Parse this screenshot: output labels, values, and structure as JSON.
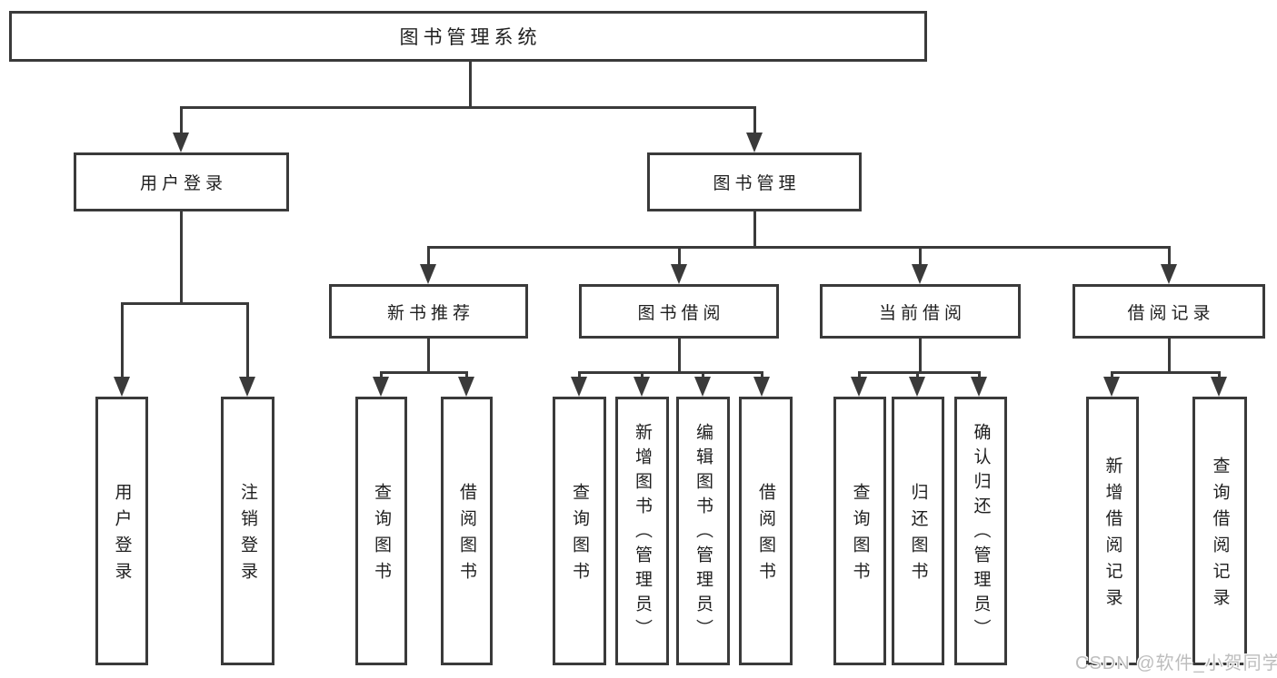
{
  "colors": {
    "line": "#3a3a3a",
    "text": "#1f1f1f",
    "watermark": "#bdbdbd"
  },
  "watermark": {
    "text": "CSDN @软件_小贺同学"
  },
  "tree": {
    "root": {
      "label": "图书管理系统"
    },
    "branches": [
      {
        "label": "用户登录",
        "children": [
          {
            "label": "用户登录"
          },
          {
            "label": "注销登录"
          }
        ]
      },
      {
        "label": "图书管理",
        "children": [
          {
            "label": "新书推荐",
            "children": [
              {
                "label": "查询图书"
              },
              {
                "label": "借阅图书"
              }
            ]
          },
          {
            "label": "图书借阅",
            "children": [
              {
                "label": "查询图书"
              },
              {
                "label": "新增图书（管理员）"
              },
              {
                "label": "编辑图书（管理员）"
              },
              {
                "label": "借阅图书"
              }
            ]
          },
          {
            "label": "当前借阅",
            "children": [
              {
                "label": "查询图书"
              },
              {
                "label": "归还图书"
              },
              {
                "label": "确认归还（管理员）"
              }
            ]
          },
          {
            "label": "借阅记录",
            "children": [
              {
                "label": "新增借阅记录"
              },
              {
                "label": "查询借阅记录"
              }
            ]
          }
        ]
      }
    ]
  }
}
